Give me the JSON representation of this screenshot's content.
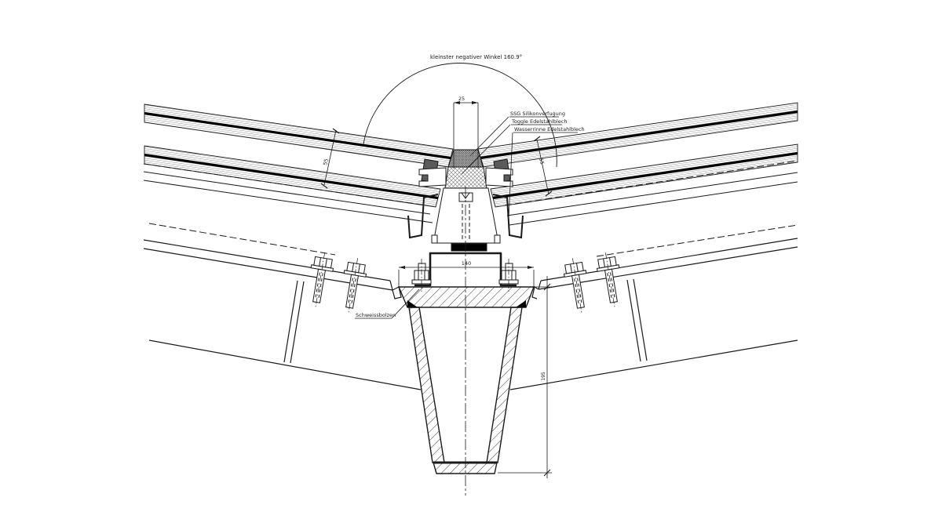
{
  "drawing": {
    "angle_note": "kleinster negativer Winkel 160.9°",
    "callouts": {
      "ssg": "SSG Silikonverfugung",
      "toggle": "Toggle Edelstahlblech",
      "gutter": "Wasserrinne Edelstahlblech",
      "weld_stud": "Schweissbolzen"
    },
    "dimensions": {
      "joint_width": "25",
      "base_width": "140",
      "glass_offset_left": "55",
      "glass_offset_right": "55",
      "column_height": "195"
    },
    "colors": {
      "line": "#1a1a1a",
      "background": "#ffffff",
      "gasket_dark": "#5a5a5a",
      "pad_black": "#000000"
    }
  }
}
